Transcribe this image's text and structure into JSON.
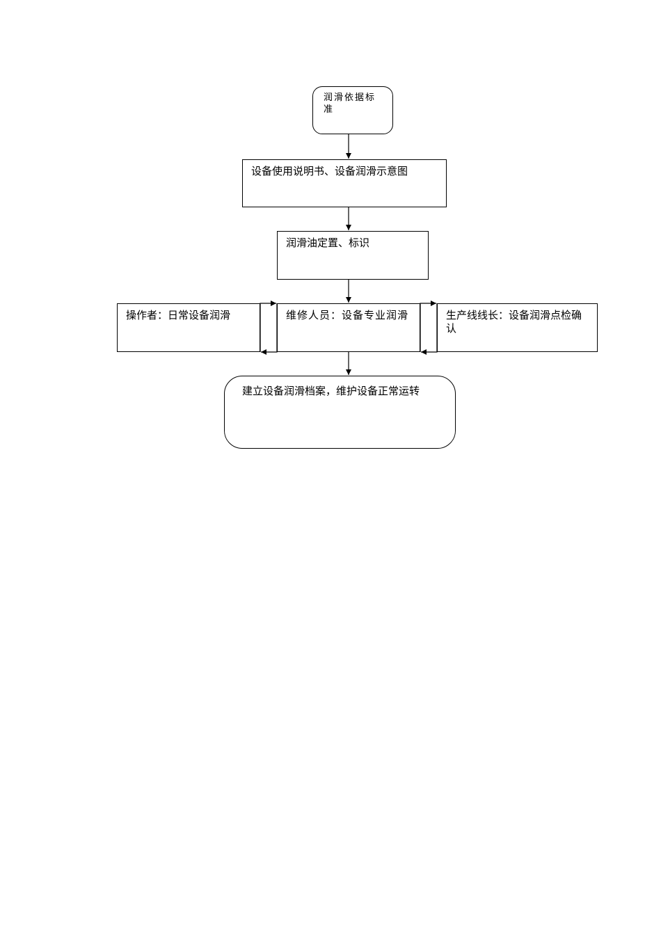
{
  "flowchart": {
    "nodes": [
      {
        "id": "n0",
        "text": "润滑依据标准"
      },
      {
        "id": "n1",
        "text": "设备使用说明书、设备润滑示意图"
      },
      {
        "id": "n2",
        "text": "润滑油定置、标识"
      },
      {
        "id": "n3",
        "text": "操作者：日常设备润滑"
      },
      {
        "id": "n4",
        "text": "维修人员：设备专业润滑"
      },
      {
        "id": "n5",
        "text": "生产线线长：设备润滑点检确认"
      },
      {
        "id": "n6",
        "text": "建立设备润滑档案，维护设备正常运转"
      }
    ],
    "edges": [
      {
        "from": "n0",
        "to": "n1"
      },
      {
        "from": "n1",
        "to": "n2"
      },
      {
        "from": "n2",
        "to": "n4"
      },
      {
        "from": "n3",
        "to": "n4"
      },
      {
        "from": "n4",
        "to": "n3"
      },
      {
        "from": "n4",
        "to": "n5"
      },
      {
        "from": "n5",
        "to": "n4"
      },
      {
        "from": "n4",
        "to": "n6"
      }
    ]
  }
}
